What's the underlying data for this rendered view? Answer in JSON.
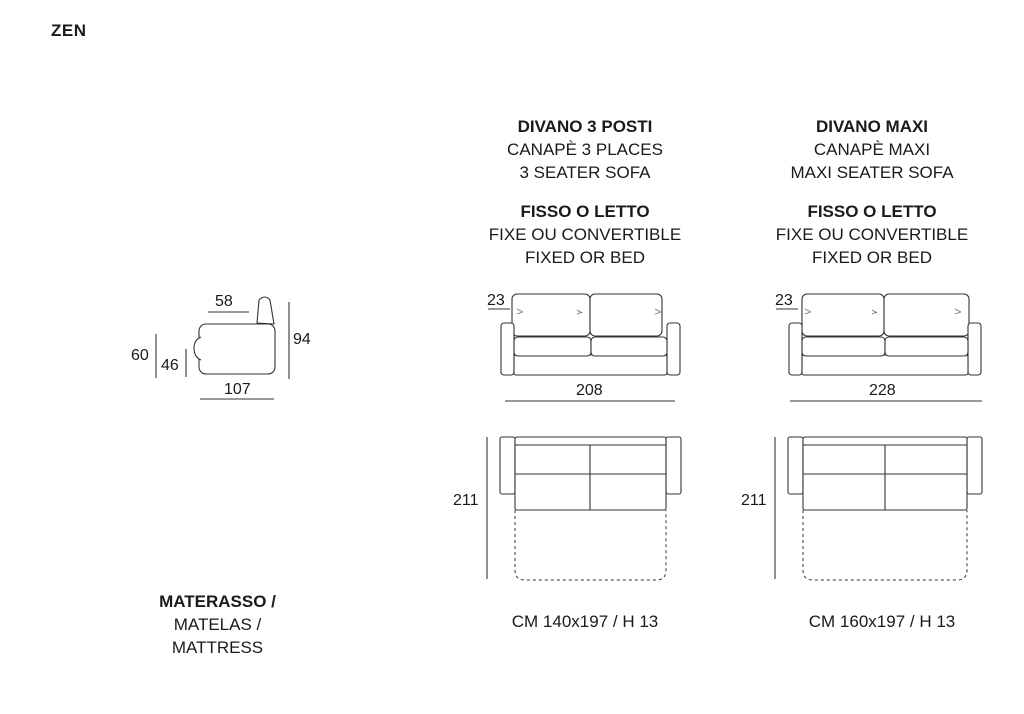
{
  "brand": "ZEN",
  "columns": [
    {
      "title_it": "DIVANO 3 POSTI",
      "title_fr": "CANAPÈ 3 PLACES",
      "title_en": "3 SEATER SOFA",
      "type_it": "FISSO O LETTO",
      "type_fr": "FIXE OU CONVERTIBLE",
      "type_en": "FIXED OR BED",
      "armrest_dim": "23",
      "width_dim": "208",
      "depth_open_dim": "211",
      "mattress": "CM 140x197 / H 13"
    },
    {
      "title_it": "DIVANO MAXI",
      "title_fr": "CANAPÈ MAXI",
      "title_en": "MAXI SEATER SOFA",
      "type_it": "FISSO O LETTO",
      "type_fr": "FIXE OU CONVERTIBLE",
      "type_en": "FIXED OR BED",
      "armrest_dim": "23",
      "width_dim": "228",
      "depth_open_dim": "211",
      "mattress": "CM 160x197 / H 13"
    }
  ],
  "side_view": {
    "seat_depth": "58",
    "arm_height": "60",
    "seat_height": "46",
    "total_height": "94",
    "total_depth": "107"
  },
  "mattress_label": {
    "it": "MATERASSO /",
    "fr": "MATELAS /",
    "en": "MATTRESS"
  }
}
